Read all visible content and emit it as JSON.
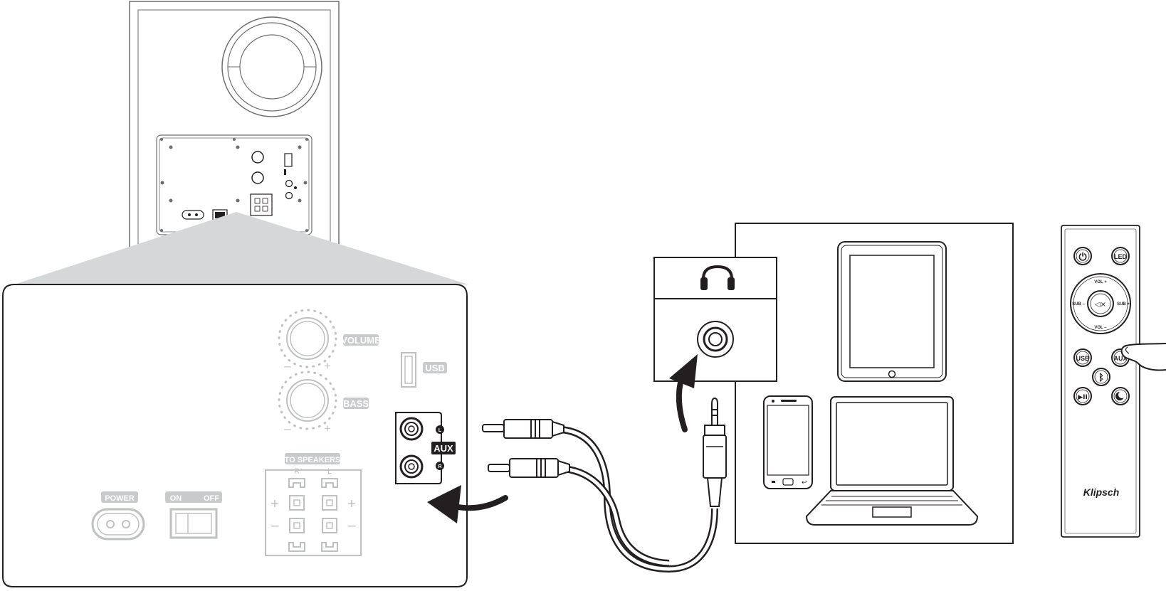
{
  "panel": {
    "volume_label": "VOLUME",
    "bass_label": "BASS",
    "usb_label": "USB",
    "aux_label": "AUX",
    "aux_left_mark": "L",
    "aux_right_mark": "R",
    "to_speakers_label": "TO SPEAKERS",
    "speaker_r": "R",
    "speaker_l": "L",
    "power_label": "POWER",
    "on_label": "ON",
    "off_label": "OFF",
    "minus": "–",
    "plus": "+"
  },
  "remote": {
    "power_symbol": "⏻",
    "led": "LED",
    "vol_up": "VOL +",
    "vol_down": "VOL –",
    "sub_down": "SUB –",
    "sub_up": "SUB +",
    "mute_symbol": "◁×",
    "usb": "USB",
    "aux": "AUX",
    "bluetooth_symbol": "ᛒ",
    "play_pause_symbol": "▶II",
    "brand": "Klipsch"
  },
  "colors": {
    "line": "#231f20",
    "faded": "#bfc0c2",
    "label_fill": "#c9cacc",
    "zoom_wedge": "#d6d7d9"
  },
  "icons": [
    "headphones-icon",
    "tablet-icon",
    "smartphone-icon",
    "laptop-icon",
    "bluetooth-icon",
    "moon-icon",
    "finger-icon"
  ]
}
